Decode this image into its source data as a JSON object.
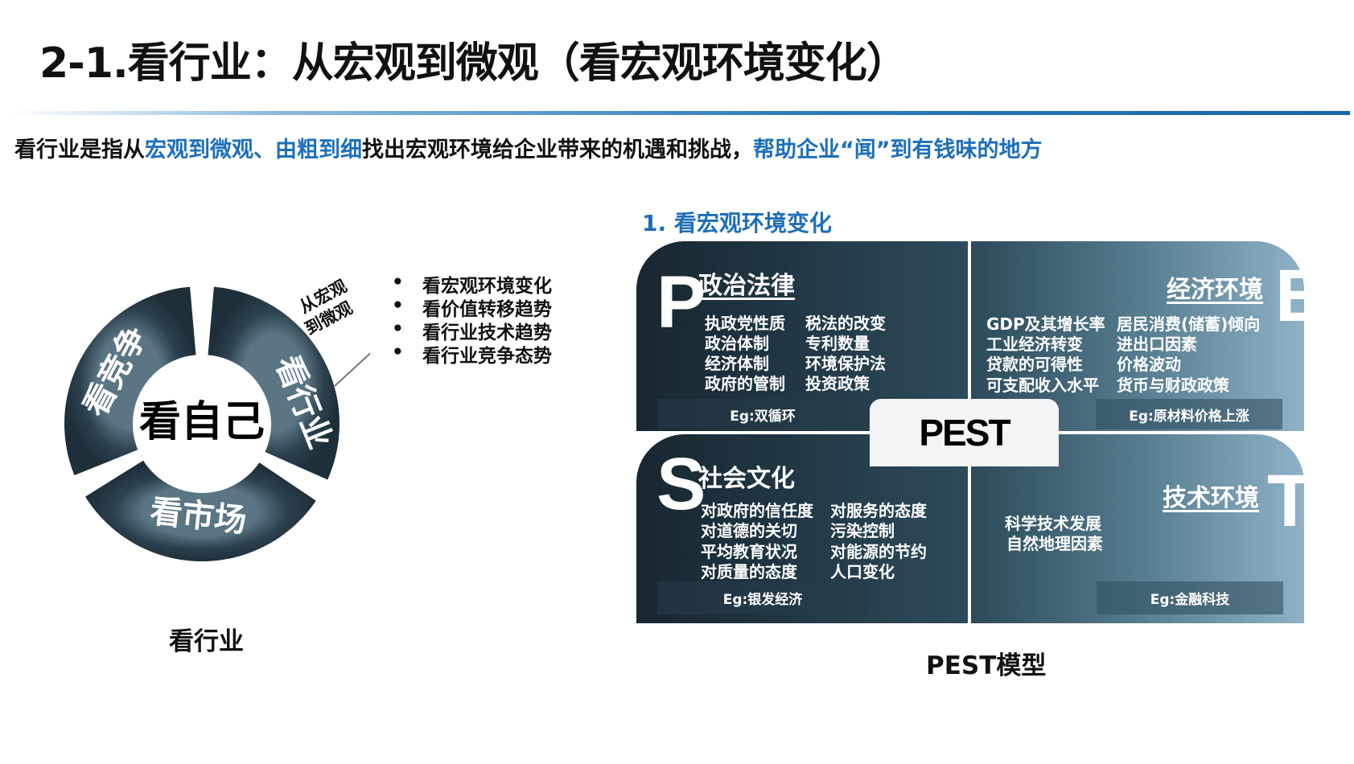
{
  "title": "2-1.看行业：从宏观到微观（看宏观环境变化）",
  "subtitle": {
    "part1": "看行业是指从",
    "part2_blue": "宏观到微观、由粗到细",
    "part3": "找出宏观环境给企业带来的机遇和挑战，",
    "part4_blue": "帮助企业“闻”到有钱味的地方"
  },
  "left_diagram": {
    "center": "看自己",
    "segments": [
      "看行业",
      "看市场",
      "看竞争"
    ],
    "callout": [
      "从宏观",
      "到微观"
    ],
    "bullets": [
      "看宏观环境变化",
      "看价值转移趋势",
      "看行业技术趋势",
      "看行业竞争态势"
    ],
    "caption": "看行业"
  },
  "section_heading": "1. 看宏观环境变化",
  "pest": {
    "center_label": "PEST",
    "caption": "PEST模型",
    "political": {
      "letter": "P",
      "heading": "政治法律",
      "col1": [
        "执政党性质",
        "政治体制",
        "经济体制",
        "政府的管制"
      ],
      "col2": [
        "税法的改变",
        "专利数量",
        "环境保护法",
        "投资政策"
      ],
      "example": "Eg:双循环"
    },
    "economic": {
      "letter": "E",
      "heading": "经济环境",
      "col1": [
        "GDP及其增长率",
        "工业经济转变",
        "贷款的可得性",
        "可支配收入水平"
      ],
      "col2": [
        "居民消费(储蓄)倾向",
        "进出口因素",
        "价格波动",
        "货币与财政政策"
      ],
      "example": "Eg:原材料价格上涨"
    },
    "social": {
      "letter": "S",
      "heading": "社会文化",
      "col1": [
        "对政府的信任度",
        "对道德的关切",
        "平均教育状况",
        "对质量的态度"
      ],
      "col2": [
        "对服务的态度",
        "污染控制",
        "对能源的节约",
        "人口变化"
      ],
      "example": "Eg:银发经济"
    },
    "technological": {
      "letter": "T",
      "heading": "技术环境",
      "col1": [
        "科学技术发展",
        "自然地理因素"
      ],
      "example": "Eg:金融科技"
    }
  },
  "colors": {
    "accent_blue": "#1d6fba",
    "panel_dark": "#1c2d38",
    "panel_light": "#8fb2c6",
    "donut": "#2a3f4b"
  }
}
